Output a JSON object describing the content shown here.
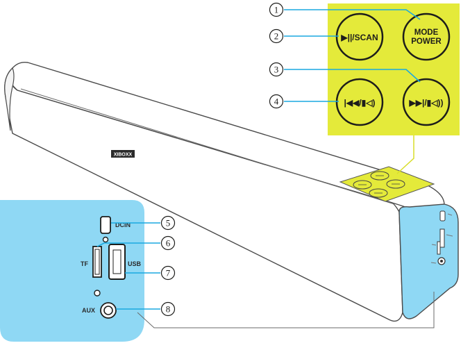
{
  "callouts": [
    "1",
    "2",
    "3",
    "4",
    "5",
    "6",
    "7",
    "8"
  ],
  "buttons": {
    "play_scan": "▶||/SCAN",
    "mode_line1": "MODE",
    "mode_line2": "POWER",
    "prev_vol": "|◀◀/▮◁)",
    "next_vol": "▶▶|/▮◁))"
  },
  "ports": {
    "dcin": "DCIN",
    "tf": "TF",
    "usb": "USB",
    "aux": "AUX"
  },
  "brand_badge": "XIBOXX",
  "colors": {
    "panel_yellow": "#e4ea3a",
    "panel_blue": "#8fd8f4",
    "leader_line": "#1aa9e0",
    "outline": "#4a4a4a"
  }
}
